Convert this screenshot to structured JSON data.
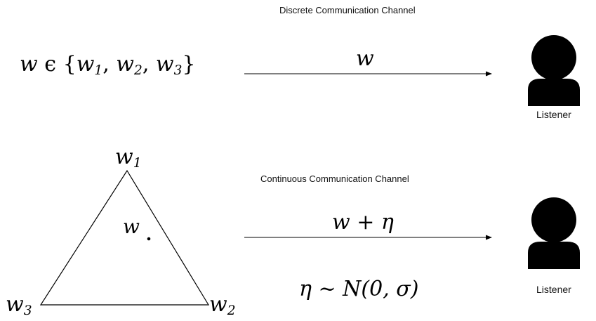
{
  "discrete": {
    "title": "Discrete Communication Channel",
    "set_var": "w",
    "set_symbol": "ϵ",
    "set_open": "{",
    "set_items": [
      {
        "base": "w",
        "sub": "1"
      },
      {
        "base": "w",
        "sub": "2"
      },
      {
        "base": "w",
        "sub": "3"
      }
    ],
    "set_close": "}",
    "arrow_label": "w",
    "listener_label": "Listener"
  },
  "continuous": {
    "title": "Continuous Communication Channel",
    "vertex_top": {
      "base": "w",
      "sub": "1"
    },
    "vertex_right": {
      "base": "w",
      "sub": "2"
    },
    "vertex_left": {
      "base": "w",
      "sub": "3"
    },
    "point_label": "w",
    "arrow_label": "w +  η",
    "noise_eq": "η ~ N(0, σ)",
    "listener_label": "Listener"
  },
  "colors": {
    "ink": "#000000",
    "listener_icon": "#000000"
  }
}
